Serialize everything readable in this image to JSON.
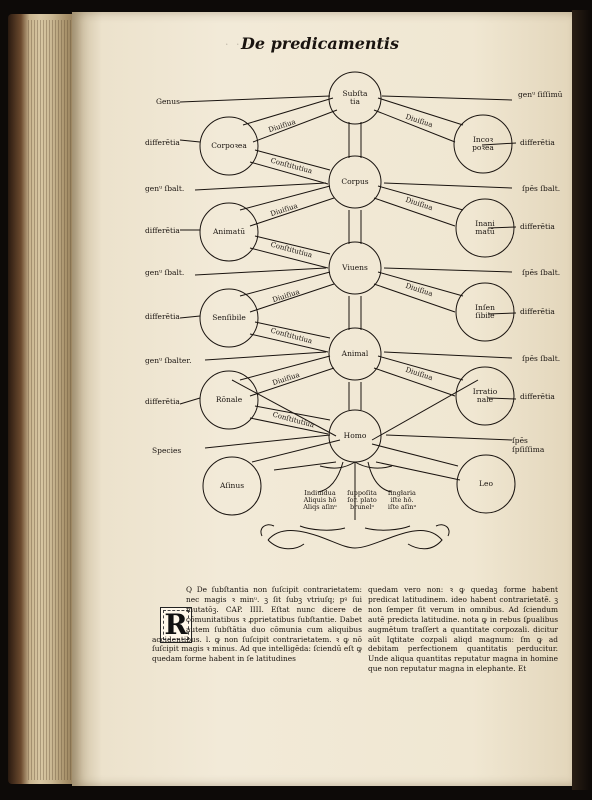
{
  "title": "De predicamentis",
  "left_labels": [
    "Genus",
    "differētia",
    "genᵘ ſbalt.",
    "differētia",
    "genᵘ ſbalt.",
    "differētia",
    "genᵘ ſbalter.",
    "differētia",
    "Species"
  ],
  "right_labels": [
    "genᵘ ſiſſimū",
    "differētia",
    "ſpēs ſbalt.",
    "differētia",
    "ſpēs ſbalt.",
    "differētia",
    "ſpēs ſbalt.",
    "differētia",
    "ſpēs ſpſiſſima"
  ],
  "nodes": {
    "substantia": "Subſta\ntia",
    "corpus": "Corpus",
    "vivens": "Viuens",
    "animal": "Animal",
    "homo": "Homo",
    "corporea": "Corpoꝛea",
    "animatum": "Animatū",
    "sensibile": "Senſibile",
    "rationale": "Rōnale",
    "asinus": "Aſinus",
    "incorporea": "Incoꝛ\npoꝛea",
    "inanimatum": "Inani\nmatū",
    "insensibile": "Inſen\nſibile",
    "irrationale": "Irratio\nnale",
    "leo": "Leo"
  },
  "links": {
    "divisiva": "Diuiſiua",
    "constitutiva": "Conſtitutiua"
  },
  "roots": [
    "Indiuidua\nAliquis hō\nAliqs aſinᵘ",
    "ſuppoſita\nſor. plato\nbrunelᵒ",
    "ſingłaria\niſte hō.\niſte aſinᵘ"
  ],
  "text": {
    "col1": "Q De ſubſtantia non ſuſcipit contrarietatem: nec magis ꝛ minᵘ. ꝫ ſit ſubꝫ vtriuſq; pꝰ ſui mutatōꝫ. CAP. IIII. Eſtat nunc dicere de cōmunitatibus ꝛ ꝓprietatibus ſubſtantie. Dabet autem ſubſtātia duo cōmunia cum aliquibus accidentibus. l. ꝙ non ſuſcipit contrarietatem. ꝛ ꝙ nō ſuſcipit magis ꝛ minus. Ad que intelligēda: ſciendū eſt ꝙ quedam forme habent in ſe latitudines",
    "col2": "quedam vero non: ꝛ ꝙ quedaꝫ forme habent predicat latitudinem. ideo habent contrarietatē. ꝫ non ſemper ſit verum in omnibus. Ad ſciendum autē predicta latitudine. nota ꝙ in rebus ſꝑualibus augmētum traſſert a quantitate corpozali. dicitur aūt Iꝗtitate cozpali aliqd magnum: ſm ꝙ ad debitam perfectionem quantitatis perducitur. Unde aliqua quantitas reputatur magna in homine que non reputatur magna in elephante. Et"
  },
  "drop_cap": "R"
}
